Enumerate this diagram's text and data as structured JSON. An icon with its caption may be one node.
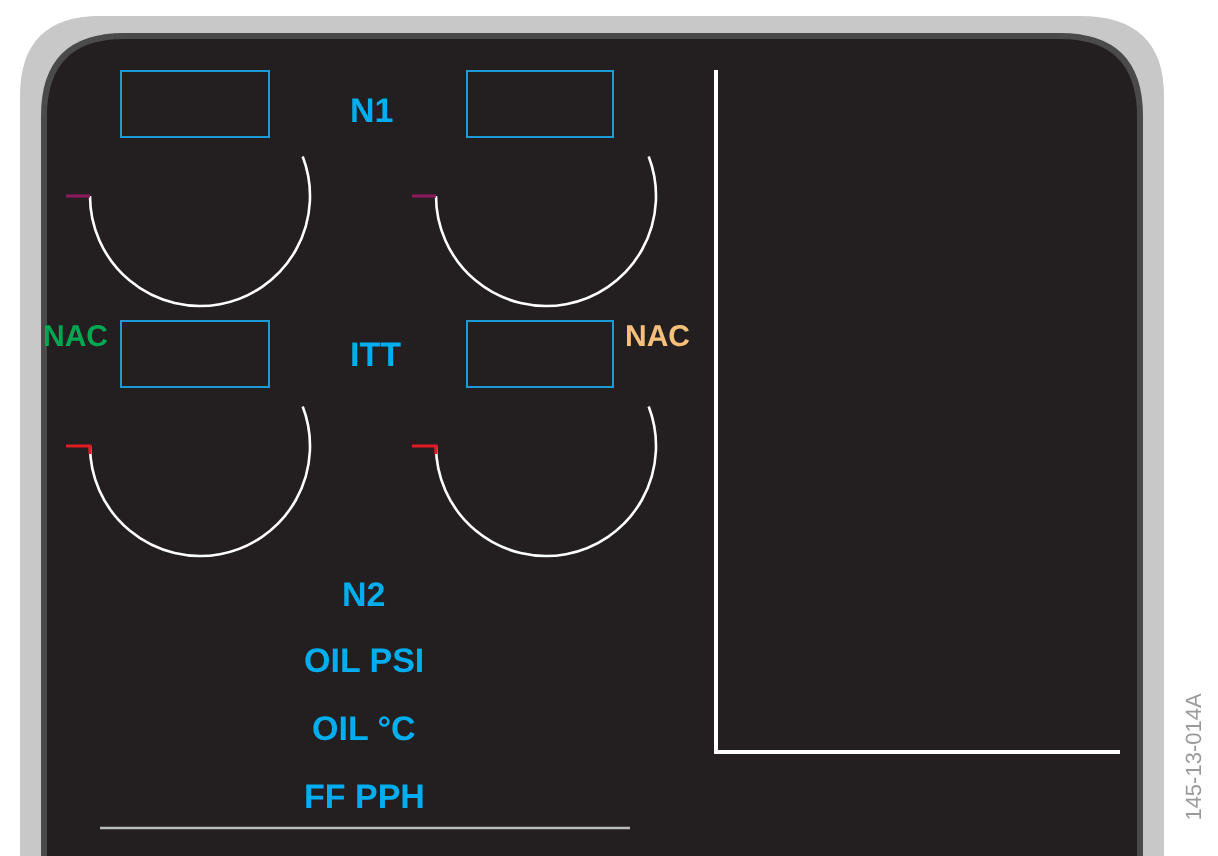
{
  "diagram": {
    "nodes": [
      {
        "text": [],
        "shape": "box"
      },
      {
        "text": [],
        "shape": "box"
      },
      {
        "text": [],
        "shape": "box"
      },
      {
        "text": [],
        "shape": "box"
      }
    ],
    "labels": [
      "N1",
      "NAC",
      "ITT",
      "NAC",
      "N2",
      "OIL PSI",
      "OIL °C",
      "FF PPH",
      "145-13-014A"
    ]
  }
}
